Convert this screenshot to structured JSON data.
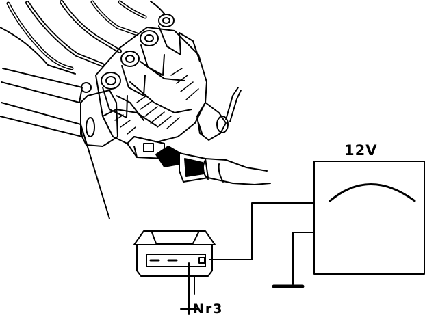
{
  "diagram": {
    "meter": {
      "label": "12V",
      "icon": "voltmeter-icon"
    },
    "connector": {
      "pin_label": "Nr3",
      "icon": "plug-connector-icon"
    },
    "ground_icon": "ground-symbol-icon",
    "engine_icon": "ignition-coil-assembly-illustration",
    "colors": {
      "ink": "#000000",
      "background": "#ffffff"
    }
  }
}
